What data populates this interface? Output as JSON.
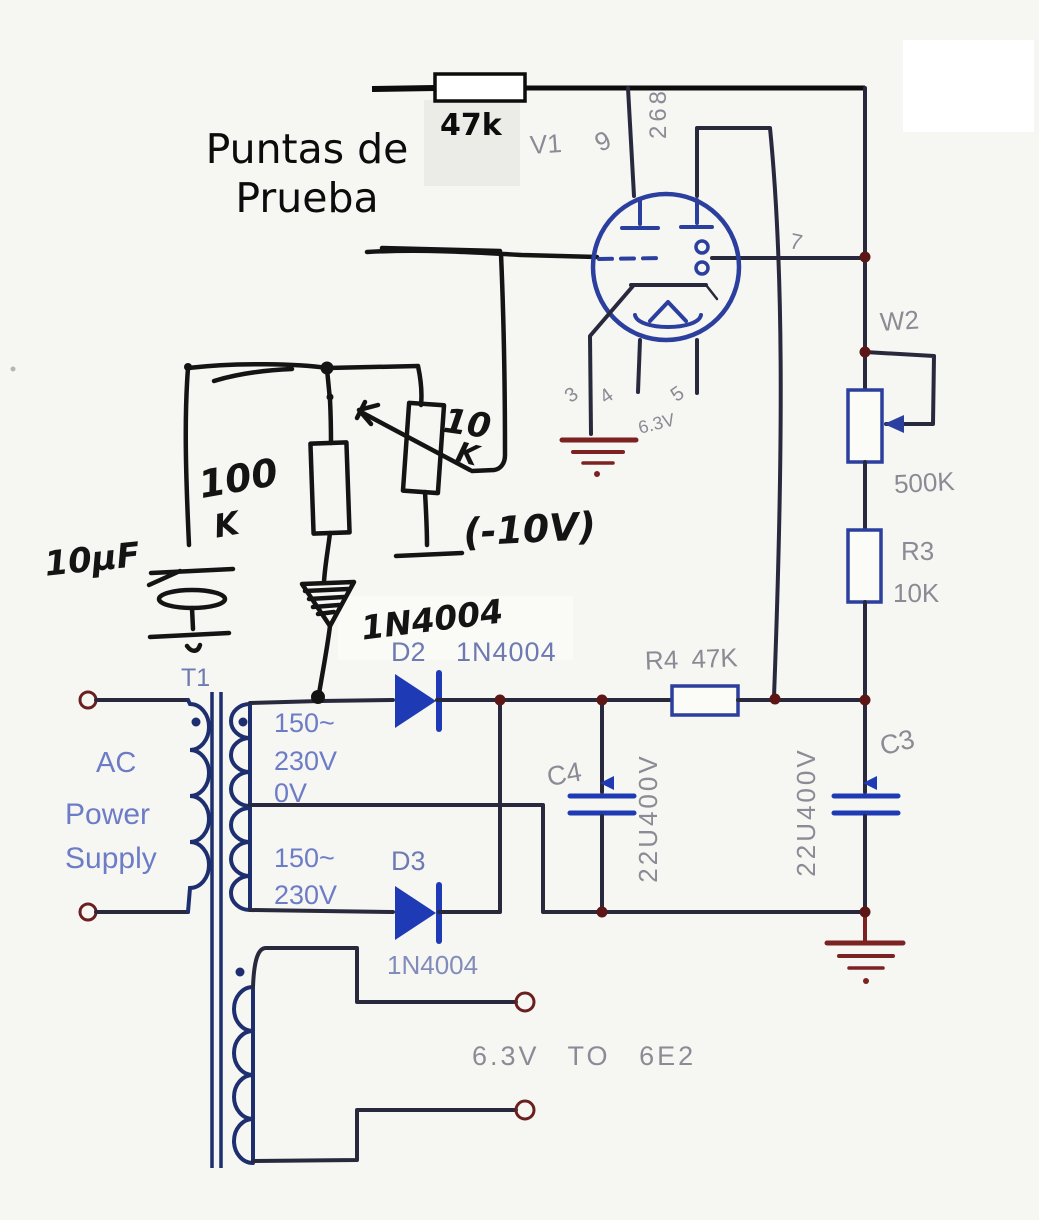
{
  "colors": {
    "paper": "#f6f6f3",
    "ink_printed": "#29293d",
    "ink_blue": "#2b3f9e",
    "winding_blue": "#1d2f6e",
    "diode_blue": "#1f3ab5",
    "node_red": "#5c1616",
    "terminal_red": "#6b2020",
    "ground_red": "#7c2222",
    "label_gray": "#8b8b95",
    "label_blue": "#5b6cc0",
    "label_blue_dim": "#6e7ab2",
    "hand_black": "#141414"
  },
  "overlay": {
    "probes_line1": "Puntas de",
    "probes_line2": "Prueba",
    "resistor_value": "47k"
  },
  "handwritten": {
    "cap_value": "10μF",
    "res_value_line1": "100",
    "res_value_line2": "K",
    "pot_value_line1": "10",
    "pot_value_line2": "K",
    "bias_note": "(-10V)",
    "diode_part": "1N4004"
  },
  "tube": {
    "designator": "V1",
    "pin_top_left": "9",
    "pins_top_right": "268",
    "pin_right": "7",
    "pin_bottom_1": "3",
    "pin_bottom_2": "4",
    "pin_bottom_3": "5",
    "heater_hint": "6.3V"
  },
  "divider": {
    "pot_designator": "W2",
    "pot_value": "500K",
    "r3_designator": "R3",
    "r3_value": "10K"
  },
  "supply": {
    "r4_label": "R4 47K",
    "c4_designator": "C4",
    "c4_value": "22U400V",
    "c3_designator": "C3",
    "c3_value": "22U400V",
    "d2_designator": "D2",
    "d2_part": "1N4004",
    "d3_designator": "D3",
    "d3_part": "1N4004"
  },
  "transformer": {
    "designator": "T1",
    "source_line1": "AC",
    "source_line2": "Power",
    "source_line3": "Supply",
    "sec_top_line1": "150~",
    "sec_top_line2": "230V",
    "center_tap": "0V",
    "sec_bot_line1": "150~",
    "sec_bot_line2": "230V",
    "heater_note": "6.3V TO 6E2"
  }
}
